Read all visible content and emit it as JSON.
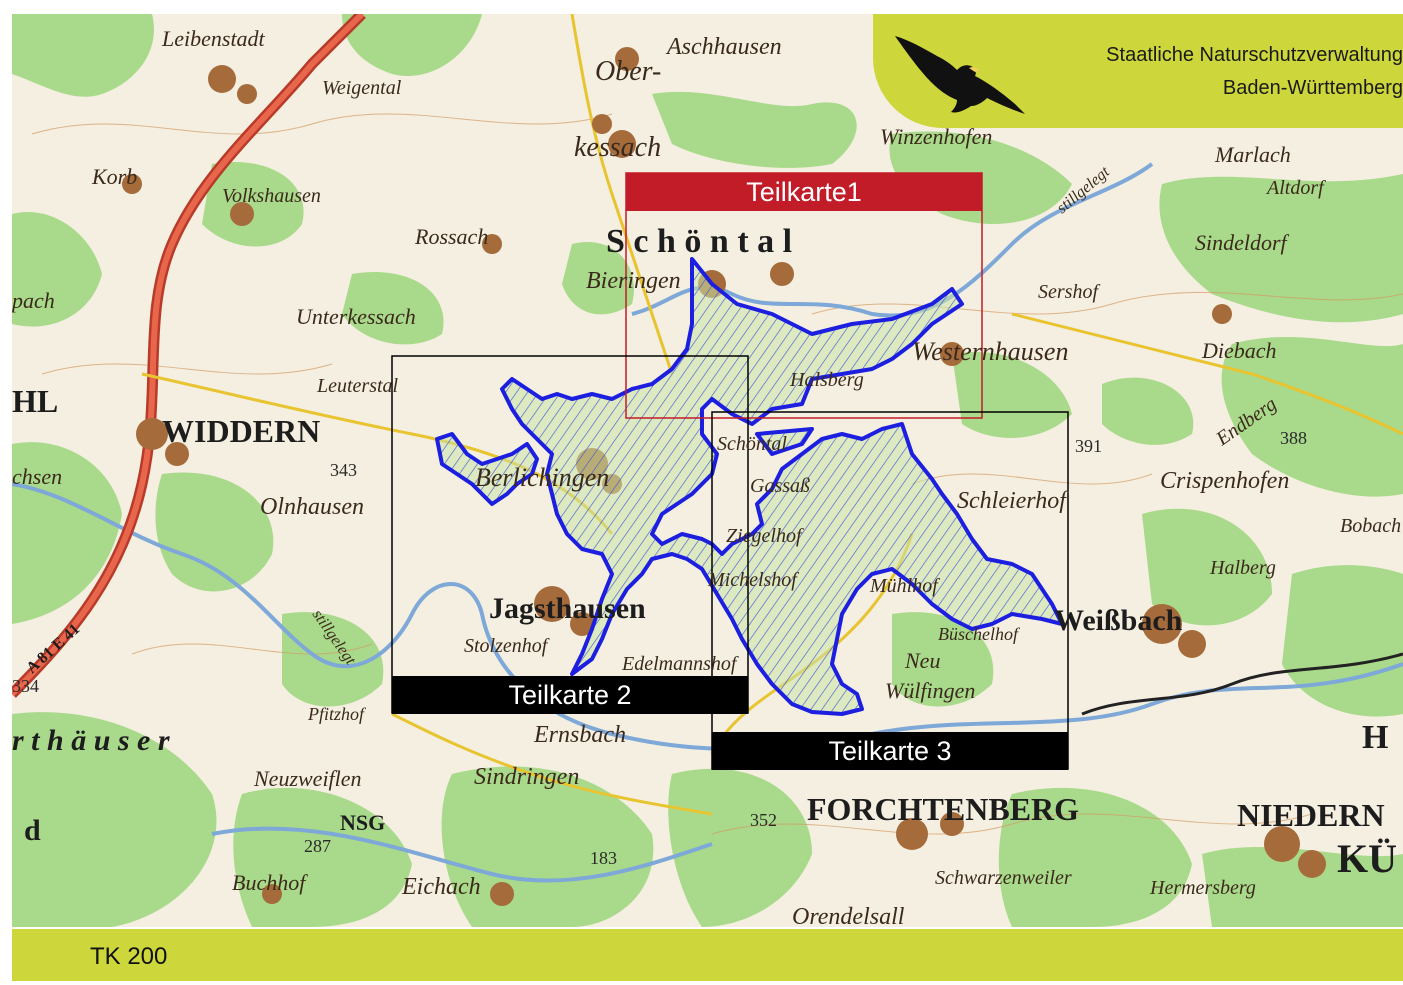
{
  "header": {
    "agency_line1": "Staatliche Naturschutzverwaltung",
    "agency_line2": "Baden-Württemberg",
    "logo_icon": "eagle-icon"
  },
  "map": {
    "subsheet_labels": {
      "teilkarte1": "Teilkarte1",
      "teilkarte2": "Teilkarte 2",
      "teilkarte3": "Teilkarte 3"
    },
    "place_names": {
      "leibenstadt": "Leibenstadt",
      "weigental": "Weigental",
      "aschhausen": "Aschhausen",
      "ober": "Ober-",
      "kessach": "kessach",
      "winzenhofen": "Winzenhofen",
      "marlach": "Marlach",
      "altdorf": "Altdorf",
      "korb": "Korb",
      "volkshausen": "Volkshausen",
      "rossach": "Rossach",
      "schoental": "S c h ö n t a l",
      "sindeldorf": "Sindeldorf",
      "bieringen": "Bieringen",
      "sershof": "Sershof",
      "pach": "pach",
      "unterkessach": "Unterkessach",
      "westernhausen": "Westernhausen",
      "diebach": "Diebach",
      "hl": "HL",
      "leuterstal": "Leuterstal",
      "halsberg": "Halsberg",
      "endberg": "Endberg",
      "widdern": "WIDDERN",
      "schoental_small": "Schöntal",
      "crispenhofen": "Crispenhofen",
      "chsen": "chsen",
      "berlichingen": "Berlichingen",
      "olnhausen": "Olnhausen",
      "gassass": "Gassaß",
      "schleierhof": "Schleierhof",
      "bobach": "Bobach",
      "ziegelhof": "Ziegelhof",
      "halberg": "Halberg",
      "michelshof": "Michelshof",
      "muehlhof": "Mühlhof",
      "jagsthausen": "Jagsthausen",
      "weissbach": "Weißbach",
      "stolzenhof": "Stolzenhof",
      "edelmannshof": "Edelmannshof",
      "bueschelhof": "Büschelhof",
      "neu": "Neu",
      "wuelfingen": "Wülfingen",
      "pfitzhof": "Pfitzhof",
      "harthaeuser": "r t h ä u s e r",
      "ernsbach": "Ernsbach",
      "neuzweiflen": "Neuzweiflen",
      "sindringen": "Sindringen",
      "forchtenberg": "FORCHTENBERG",
      "niedern": "NIEDERN",
      "kue": "KÜ",
      "h_right": "H",
      "d_left": "d",
      "nsg": "NSG",
      "buchhof": "Buchhof",
      "eichach": "Eichach",
      "schwarzenweiler": "Schwarzenweiler",
      "hermersberg": "Hermersberg",
      "orendelsall": "Orendelsall",
      "highway": "A 81 E 41",
      "stillgelegt1": "stillgelegt",
      "stillgelegt2": "stillgelegt"
    },
    "elevations": {
      "e343": "343",
      "e391": "391",
      "e388": "388",
      "e334": "334",
      "e287": "287",
      "e352": "352",
      "e183": "183"
    },
    "colors": {
      "forest": "#a9d98a",
      "open_land": "#f4efe0",
      "settlement": "#a56b3b",
      "boundary": "#1c1ee0",
      "motorway": "#e0402c",
      "river": "#7ea8d8"
    }
  },
  "footer": {
    "scale_label": "TK 200"
  }
}
